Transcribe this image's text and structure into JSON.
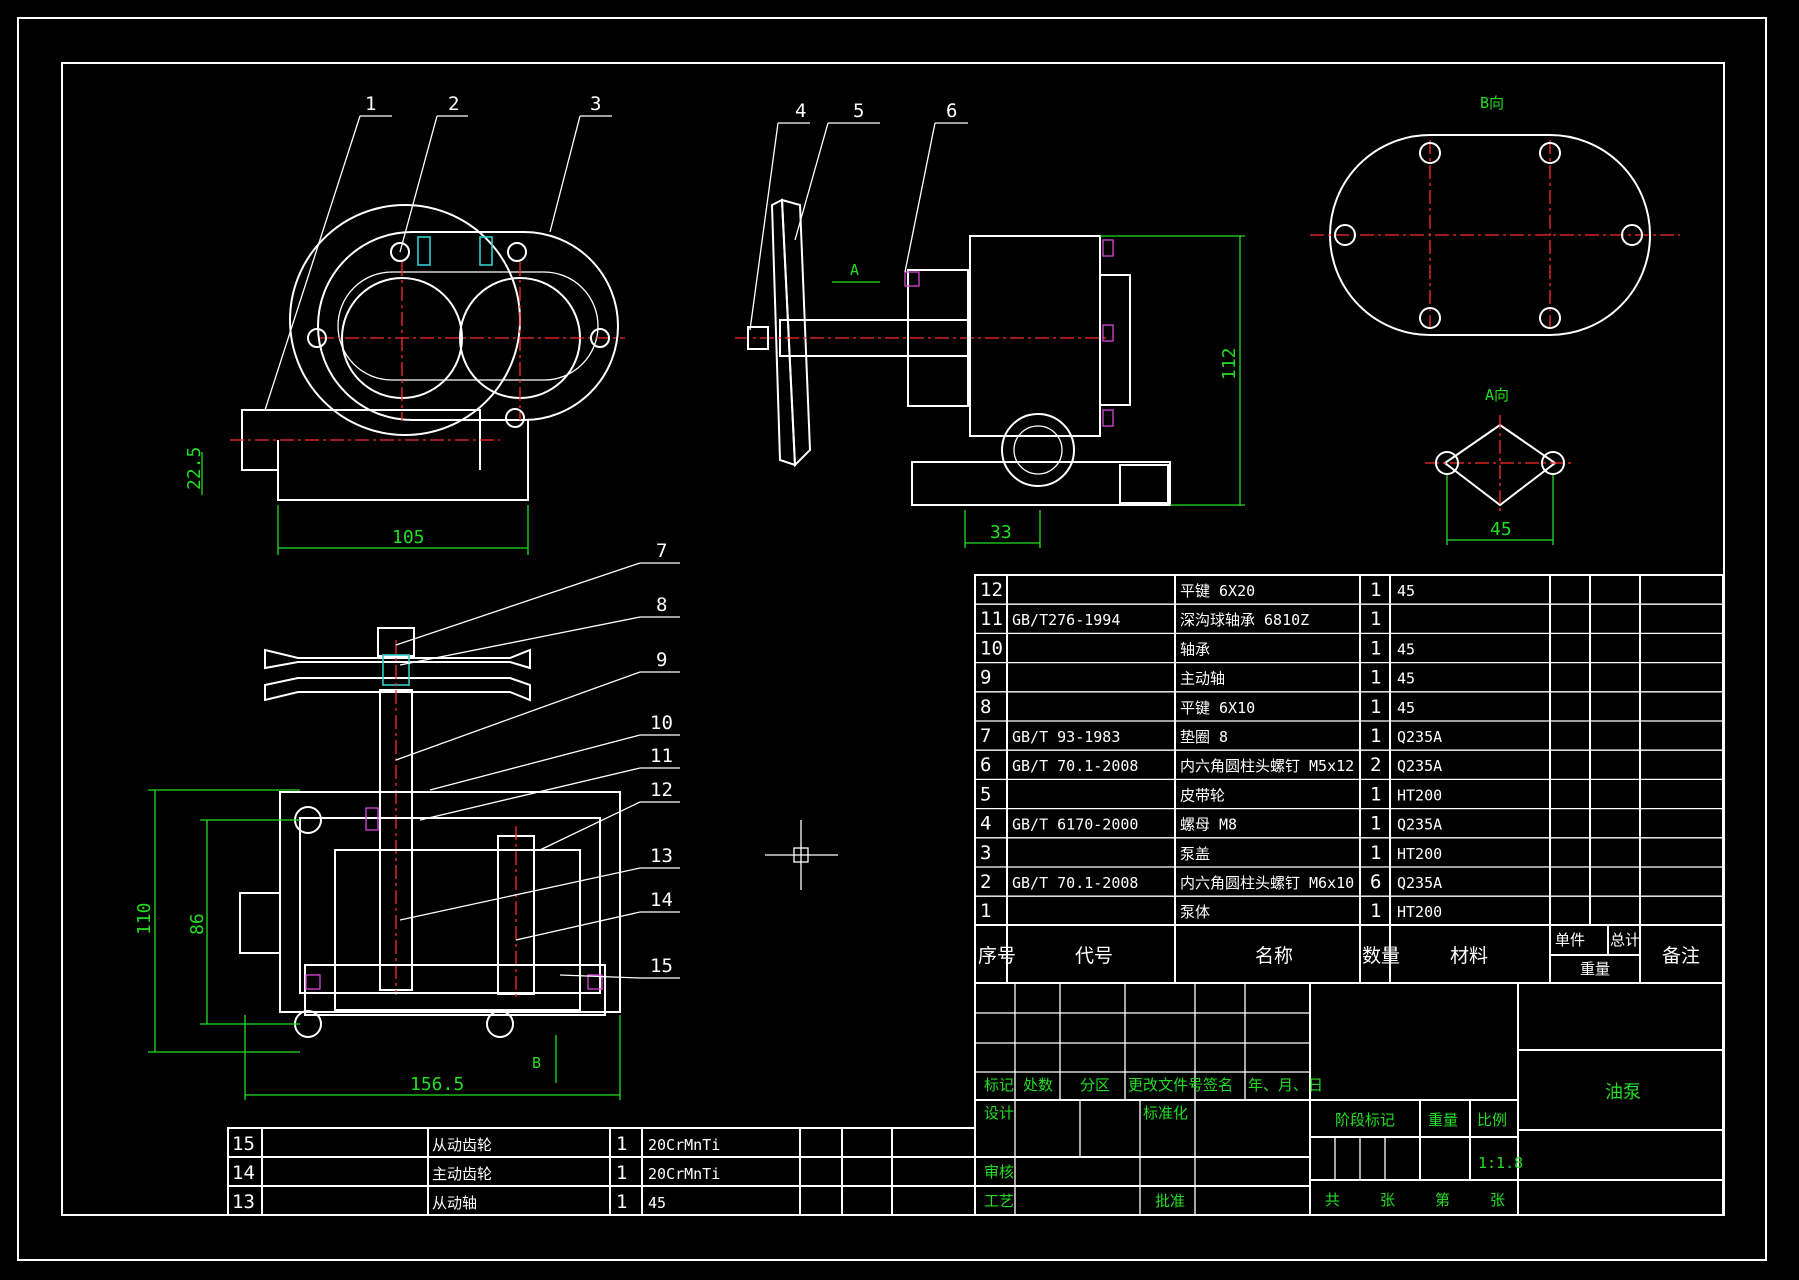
{
  "balloons": [
    "1",
    "2",
    "3",
    "4",
    "5",
    "6",
    "7",
    "8",
    "9",
    "10",
    "11",
    "12",
    "13",
    "14",
    "15"
  ],
  "dimensions": {
    "front_height": "22.5",
    "front_width": "105",
    "side_height": "112",
    "side_base": "33",
    "section_h1": "110",
    "section_h2": "86",
    "section_width": "156.5",
    "view_a_width": "45"
  },
  "view_labels": {
    "b_view": "B向",
    "a_view": "A向",
    "arrow_a": "A",
    "arrow_b": "B"
  },
  "parts_list": {
    "header": {
      "no": "序号",
      "code": "代号",
      "name": "名称",
      "qty": "数量",
      "material": "材料",
      "single": "单件",
      "total": "总计",
      "weight": "重量",
      "remark": "备注"
    },
    "rows": [
      {
        "no": "12",
        "code": "",
        "name": "平键 6X20",
        "qty": "1",
        "material": "45"
      },
      {
        "no": "11",
        "code": "GB/T276-1994",
        "name": "深沟球轴承 6810Z",
        "qty": "1",
        "material": ""
      },
      {
        "no": "10",
        "code": "",
        "name": "轴承",
        "qty": "1",
        "material": "45"
      },
      {
        "no": "9",
        "code": "",
        "name": "主动轴",
        "qty": "1",
        "material": "45"
      },
      {
        "no": "8",
        "code": "",
        "name": "平键 6X10",
        "qty": "1",
        "material": "45"
      },
      {
        "no": "7",
        "code": "GB/T 93-1983",
        "name": "垫圈 8",
        "qty": "1",
        "material": "Q235A"
      },
      {
        "no": "6",
        "code": "GB/T 70.1-2008",
        "name": "内六角圆柱头螺钉 M5x12",
        "qty": "2",
        "material": "Q235A"
      },
      {
        "no": "5",
        "code": "",
        "name": "皮带轮",
        "qty": "1",
        "material": "HT200"
      },
      {
        "no": "4",
        "code": "GB/T 6170-2000",
        "name": "螺母 M8",
        "qty": "1",
        "material": "Q235A"
      },
      {
        "no": "3",
        "code": "",
        "name": "泵盖",
        "qty": "1",
        "material": "HT200"
      },
      {
        "no": "2",
        "code": "GB/T 70.1-2008",
        "name": "内六角圆柱头螺钉 M6x10",
        "qty": "6",
        "material": "Q235A"
      },
      {
        "no": "1",
        "code": "",
        "name": "泵体",
        "qty": "1",
        "material": "HT200"
      }
    ],
    "bottom_rows": [
      {
        "no": "15",
        "name": "从动齿轮",
        "qty": "1",
        "material": "20CrMnTi"
      },
      {
        "no": "14",
        "name": "主动齿轮",
        "qty": "1",
        "material": "20CrMnTi"
      },
      {
        "no": "13",
        "name": "从动轴",
        "qty": "1",
        "material": "45"
      }
    ]
  },
  "title_block": {
    "mark": "标记",
    "count": "处数",
    "zone": "分区",
    "change_doc": "更改文件号",
    "sign": "签名",
    "date": "年、月、日",
    "design": "设计",
    "standard": "标准化",
    "stage_mark": "阶段标记",
    "weight": "重量",
    "scale_label": "比例",
    "scale": "1:1.8",
    "check": "审核",
    "process": "工艺",
    "approve": "批准",
    "sheets_total": "共",
    "sheets_unit1": "张",
    "sheet_no": "第",
    "sheets_unit2": "张",
    "drawing_name": "油泵"
  }
}
